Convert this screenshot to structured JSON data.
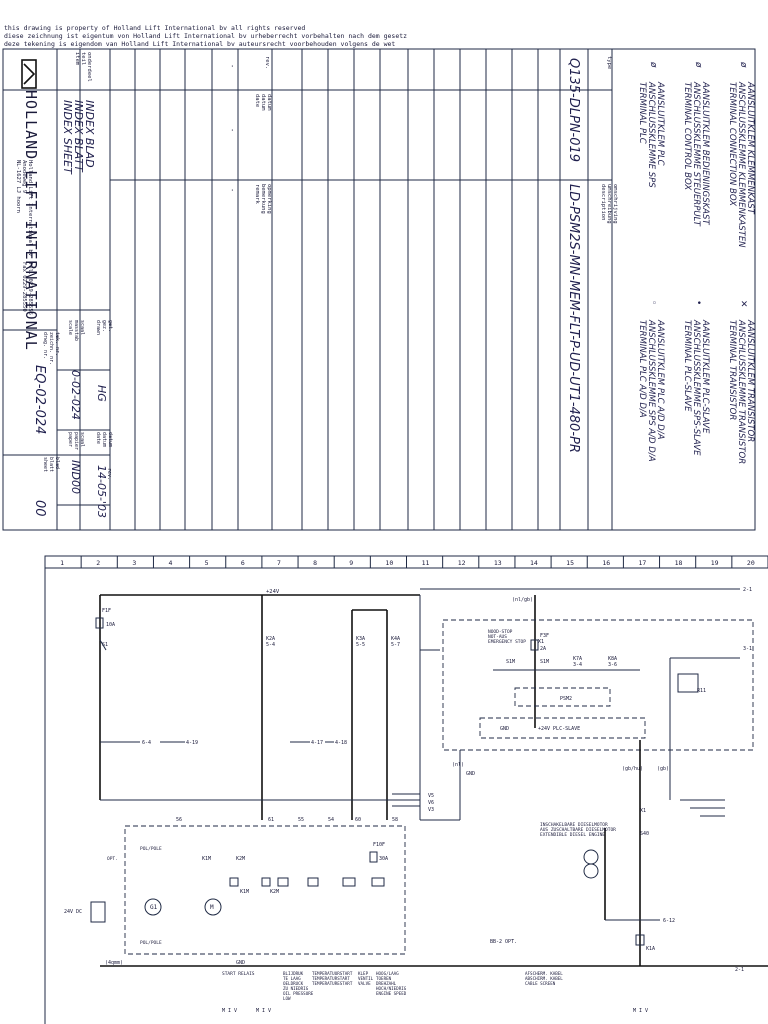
{
  "copyright": [
    "this drawing is property of Holland Lift International bv all rights reserved",
    "diese zeichnung ist eigentum von Holland Lift International bv urheberrecht vorbehalten nach dem gesetz",
    "deze tekening is eigendom van Holland Lift International bv auteursrecht voorbehouden volgens de wet"
  ],
  "title_block": {
    "company": "HOLLAND LIFT INTERNATIONAL",
    "address": [
      "Holland Lift International bv",
      "Anodeweg 9",
      "NL-1627 LJ hoorn"
    ],
    "phone": "Tel. 0229-285555",
    "fax": "Fax 0229-285550",
    "onderdeel_labels": [
      "onderdeel",
      "teil",
      "item"
    ],
    "sheet_titles": [
      "INDEX BLAD",
      "INDEX BLATT",
      "INDEX SHEET"
    ],
    "rev_header": "rev.",
    "date_header": [
      "datum",
      "datum",
      "date"
    ],
    "remark_header": [
      "opmerking",
      "bemerkung",
      "remark"
    ],
    "rev_dashes": [
      "-",
      "-",
      "-"
    ],
    "type_label": "type",
    "type_value": "Q135-DLPN-019",
    "desc_labels": [
      "omschrijving",
      "umschreibung",
      "description"
    ],
    "desc_value": "LD-PSM2S-MN-MEM-FLT-P-UD-UT1-480-PR",
    "legend_left": [
      {
        "symbol": "ø",
        "lines": [
          "AANSLUITKLEM KLEMMENKAST",
          "ANSCHLUSSKLEMME KLEMMENKASTEN",
          "TERMINAL CONNECTION BOX"
        ]
      },
      {
        "symbol": "ø",
        "lines": [
          "AANSLUITKLEM BEDIENINGSKAST",
          "ANSCHLUSSKLEMME STEUERPULT",
          "TERMINAL CONTROL BOX"
        ]
      },
      {
        "symbol": "ø",
        "lines": [
          "AANSLUITKLEM PLC",
          "ANSCHLUSSKLEMME SPS",
          "TERMINAL PLC"
        ]
      }
    ],
    "legend_right": [
      {
        "symbol": "✕",
        "lines": [
          "AANSLUITKLEM TRANSISTOR",
          "ANSCHLUSSKLEMME TRANSISTOR",
          "TERMINAL TRANSISTOR"
        ]
      },
      {
        "symbol": "•",
        "lines": [
          "AANSLUITKLEM PLC-SLAVE",
          "ANSCHLUSSKLEMME SPS-SLAVE",
          "TERMINAL PLC-SLAVE"
        ]
      },
      {
        "symbol": "◦",
        "lines": [
          "AANSLUITKLEM PLC A/D D/A",
          "ANSCHLUSSKLEMME SPS A/D D/A",
          "TERMINAL PLC A/D D/A"
        ]
      }
    ],
    "drawn_labels": [
      "get.",
      "gez.",
      "drawn"
    ],
    "drawn_value": "HG",
    "date_labels": [
      "datum",
      "datum",
      "date"
    ],
    "date_value": "14-05-'03",
    "scale_labels": [
      "scaal",
      "masstab",
      "scale"
    ],
    "scale_value": "0-02-024",
    "paper_labels": [
      "scaal",
      "papier",
      "paper"
    ],
    "paper_value": "IND00",
    "drawing_no_labels": [
      "tek. nr.",
      "zeichn. nr.",
      "drwg. nr."
    ],
    "drawing_no_value": "EQ-02-024",
    "sheet_labels": [
      "blad",
      "blatt",
      "sheet"
    ],
    "sheet_value": "00",
    "rev_small": "rev."
  },
  "schematic": {
    "columns": [
      "1",
      "2",
      "3",
      "4",
      "5",
      "6",
      "7",
      "8",
      "9",
      "10",
      "11",
      "12",
      "13",
      "14",
      "15",
      "16",
      "17",
      "18",
      "19",
      "20"
    ],
    "labels": {
      "plus24": "+24V",
      "f1f": "F1F",
      "f1f_a": "10A",
      "s1": "S1",
      "k2a": "K2A",
      "k2a_ref": "5-4",
      "k3a": "K3A",
      "k3a_ref": "5-5",
      "k4a": "K4A",
      "k4a_ref": "5-7",
      "nl_gb": "(nl/gb)",
      "x1": "X1",
      "noodstop": [
        "NOOD-STOP",
        "NOT-AUS",
        "EMERGENCY STOP"
      ],
      "f3f": "F3F",
      "f3f_a": "2A",
      "s1m": "S1M",
      "s1m_b": "S1M",
      "k7a": "K7A",
      "k7a_ref": "3-4",
      "k8a": "K8A",
      "k8a_ref": "3-6",
      "psm2": "PSM2",
      "gnd": "GND",
      "plc_slave": "+24V   PLC-SLAVE",
      "r11": "R11",
      "ref_6_4": "6-4",
      "ref_4_19": "4-19",
      "ref_4_17": "4-17",
      "ref_4_18": "4-18",
      "ref_2_1": "2-1",
      "ref_3_1": "3-1",
      "ref_6_12": "6-12",
      "v5": "V5",
      "v6": "V6",
      "v3": "V3",
      "w56": "56",
      "w61": "61",
      "w55": "55",
      "w54": "54",
      "w60": "60",
      "w58": "58",
      "pol": "POL/POLE",
      "k1m": "K1M",
      "k2m": "K2M",
      "k1m_b": "K1M",
      "k2m_b": "K2M",
      "f10f": "F10F",
      "f10f_a": "30A",
      "dc24": "24V DC",
      "g1": "G1",
      "m_sym": "M",
      "opt": "OPT.",
      "gnd_b": "GND",
      "motor_size": "(4qmm)",
      "bb_opt": "BB-2 OPT.",
      "inschakel": [
        "INSCHAKELBARE DIESELMOTOR",
        "AUS ZUSCHALTBARE DIESELMOTOR",
        "EXTENDIBLE DIESEL ENGINE"
      ],
      "s40": "S40",
      "x1b": "X1",
      "k1a": "K1A",
      "gb_hu": "(gb/hu)",
      "nl_short": "(nl)",
      "gb_short": "(gb)",
      "captions": [
        {
          "lines": [
            "START RELAIS"
          ]
        },
        {
          "lines": [
            "BLIJDRUK",
            "TE LAAG",
            "OELDRUCK",
            "ZU NIEDRIG",
            "OIL PRESSURE",
            "LOW"
          ]
        },
        {
          "lines": [
            "TEMPERATUURSTART",
            "TEMPERATURSTART",
            "TEMPERATURESTART"
          ]
        },
        {
          "lines": [
            "KLEP",
            "VENTIL",
            "VALVE"
          ]
        },
        {
          "lines": [
            "HOOG/LAAG",
            "TOEREN",
            "DREHZAHL",
            "HOCH/NIEDRIG",
            "ENGINE SPEED"
          ]
        },
        {
          "lines": [
            "AFSCHERM. KABEL",
            "ABSCHIRM. KABEL",
            "CABLE SCREEN"
          ]
        }
      ],
      "miv": "M I V"
    }
  }
}
